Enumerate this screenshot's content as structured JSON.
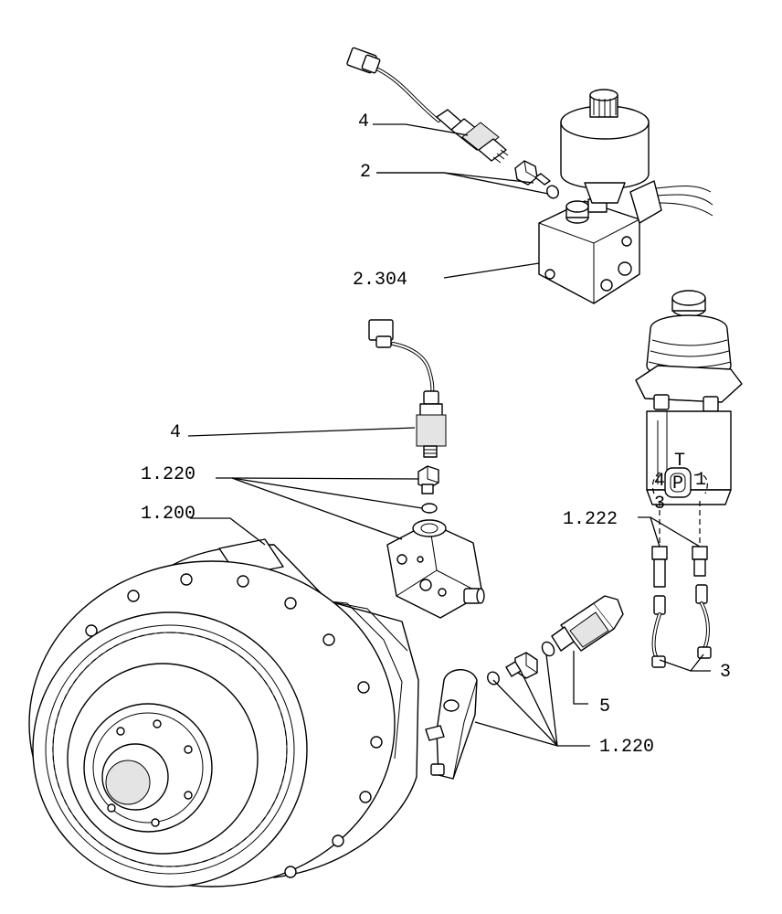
{
  "callouts": {
    "top_sensor": "4",
    "top_fitting": "2",
    "top_block": "2.304",
    "mid_sensor": "4",
    "mid_fittings": "1.220",
    "transmission": "1.200",
    "joystick_fittings": "1.222",
    "joystick_harness": "3",
    "pressure_switch": "5",
    "bottom_fittings": "1.220"
  },
  "joystick_port_labels": {
    "t": "T",
    "p": "P",
    "one": "1",
    "three": "3",
    "four": "4"
  }
}
